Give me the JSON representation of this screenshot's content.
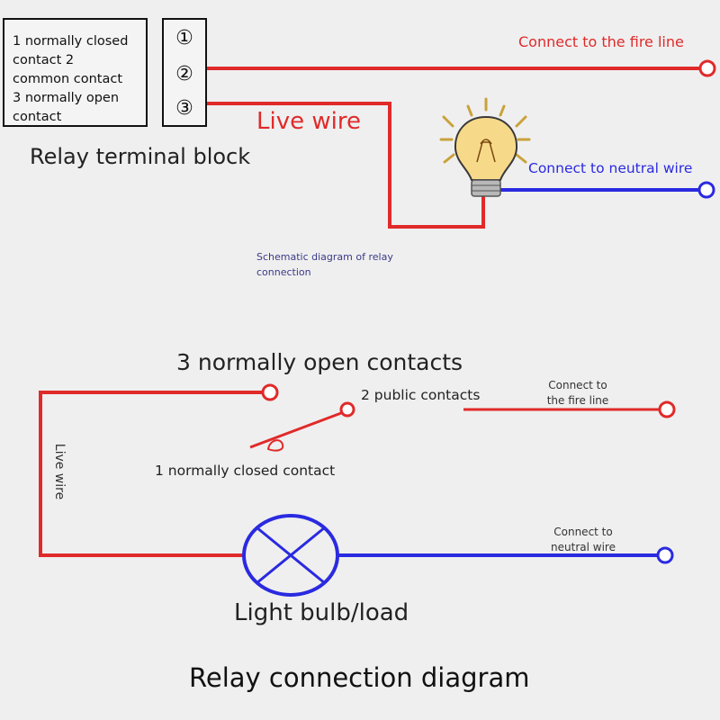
{
  "colors": {
    "live": "#e02a2a",
    "neutral": "#2a2ae0",
    "outline": "#111111",
    "background": "#efefef"
  },
  "terminal_block": {
    "description": "1 normally closed\ncontact 2\ncommon contact\n3 normally open\ncontact",
    "terminals": [
      "①",
      "②",
      "③"
    ],
    "label": "Relay terminal block"
  },
  "top_diagram": {
    "live_wire_label": "Live wire",
    "fire_line_label": "Connect to the fire line",
    "neutral_label": "Connect to neutral wire",
    "schematic_caption": "Schematic diagram of relay connection",
    "bulb_icon": "light-bulb-icon"
  },
  "bottom_diagram": {
    "normally_open_label": "3 normally open contacts",
    "public_label": "2 public contacts",
    "fire_line_label": "Connect to the fire line",
    "normally_closed_label": "1 normally closed contact",
    "neutral_label": "Connect to neutral wire",
    "live_wire_label": "Live wire",
    "load_label": "Light bulb/load",
    "title": "Relay connection diagram"
  }
}
